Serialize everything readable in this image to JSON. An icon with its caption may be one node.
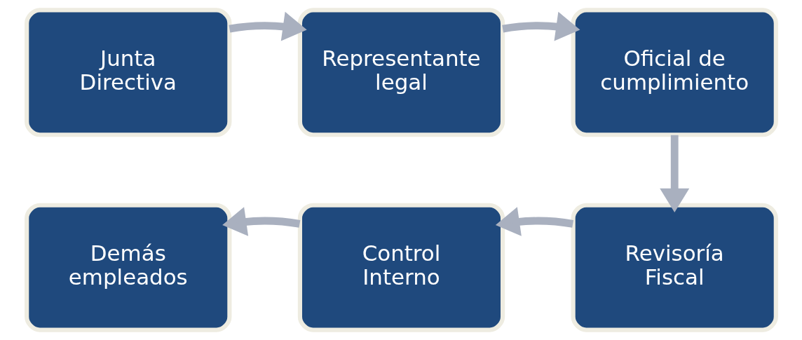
{
  "diagram": {
    "nodes": [
      {
        "text": [
          "Junta Directiva"
        ]
      },
      {
        "text": [
          "Representante legal"
        ]
      },
      {
        "text": [
          "Oficial de cumplimiento"
        ]
      },
      {
        "text": [
          "Revisoría Fiscal"
        ]
      },
      {
        "text": [
          "Control Interno"
        ]
      },
      {
        "text": [
          "Demás empleados"
        ]
      }
    ],
    "edges": [
      {
        "from": 0,
        "to": 1,
        "arrow": "to"
      },
      {
        "from": 1,
        "to": 2,
        "arrow": "to"
      },
      {
        "from": 2,
        "to": 3,
        "arrow": "to"
      },
      {
        "from": 3,
        "to": 4,
        "arrow": "to"
      },
      {
        "from": 4,
        "to": 5,
        "arrow": "to"
      }
    ]
  }
}
